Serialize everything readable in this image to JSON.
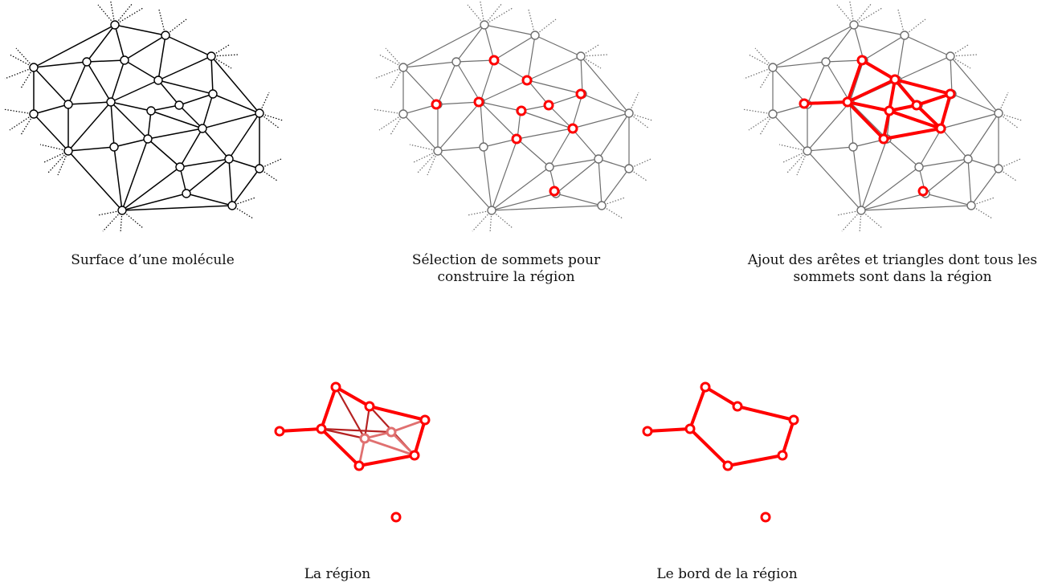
{
  "figure": {
    "captions": {
      "surface": "Surface d’une molécule",
      "selection_line1": "Sélection de sommets pour",
      "selection_line2": "construire la région",
      "ajout_line1": "Ajout des arêtes et triangles dont tous les",
      "ajout_line2": "sommets sont dans la région",
      "region": "La région",
      "bord": "Le bord de la région"
    }
  },
  "colors": {
    "mesh_black": "#000000",
    "mesh_gray": "#6e6e6e",
    "region_red": "#ff0000",
    "triangle_edge_dark": "#b52222",
    "triangle_edge_light": "#e07070"
  }
}
